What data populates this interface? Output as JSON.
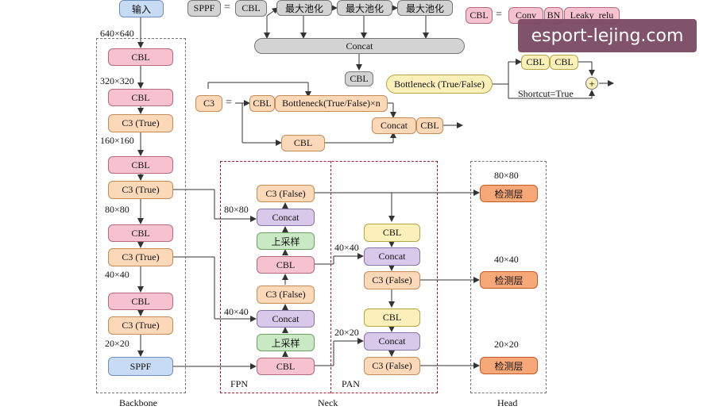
{
  "legend": {
    "sppf_def": {
      "name": "SPPF",
      "eq": "=",
      "cbl": "CBL",
      "pool1": "最大池化",
      "pool2": "最大池化",
      "pool3": "最大池化",
      "concat": "Concat",
      "cbl_out": "CBL"
    },
    "cbl_def": {
      "name": "CBL",
      "eq": "=",
      "conv": "Conv",
      "bn": "BN",
      "act": "Leaky_relu"
    },
    "bottleneck_def": {
      "name": "Bottleneck (True/False)",
      "cbl1": "CBL",
      "cbl2": "CBL",
      "shortcut": "Shortcut=True",
      "plus": "+"
    },
    "c3_def": {
      "name": "C3",
      "eq": "=",
      "cbl": "CBL",
      "bottleneck": "Bottleneck(True/False)×n",
      "cbl_side": "CBL",
      "concat": "Concat",
      "cbl_out": "CBL"
    }
  },
  "backbone": {
    "input": "输入",
    "res_640": "640×640",
    "cbl_1": "CBL",
    "res_320": "320×320",
    "cbl_2": "CBL",
    "c3_1": "C3 (True)",
    "res_160": "160×160",
    "cbl_3": "CBL",
    "c3_2": "C3 (True)",
    "res_80": "80×80",
    "cbl_4": "CBL",
    "c3_3": "C3 (True)",
    "res_40": "40×40",
    "cbl_5": "CBL",
    "c3_4": "C3 (True)",
    "res_20": "20×20",
    "sppf": "SPPF",
    "label": "Backbone"
  },
  "fpn": {
    "res_80": "80×80",
    "res_40": "40×40",
    "c3_top": "C3 (False)",
    "concat_1": "Concat",
    "upsample_1": "上采样",
    "cbl_1": "CBL",
    "c3_mid": "C3 (False)",
    "concat_2": "Concat",
    "upsample_2": "上采样",
    "cbl_2": "CBL",
    "label": "FPN"
  },
  "pan": {
    "res_40": "40×40",
    "res_20": "20×20",
    "cbl_1": "CBL",
    "concat_1": "Concat",
    "c3_1": "C3 (False)",
    "cbl_2": "CBL",
    "concat_2": "Concat",
    "c3_2": "C3 (False)",
    "label": "PAN"
  },
  "neck_label": "Neck",
  "head": {
    "res_80": "80×80",
    "det_1": "检测层",
    "res_40": "40×40",
    "det_2": "检测层",
    "res_20": "20×20",
    "det_3": "检测层",
    "label": "Head"
  },
  "watermark": "esport-lejing.com"
}
